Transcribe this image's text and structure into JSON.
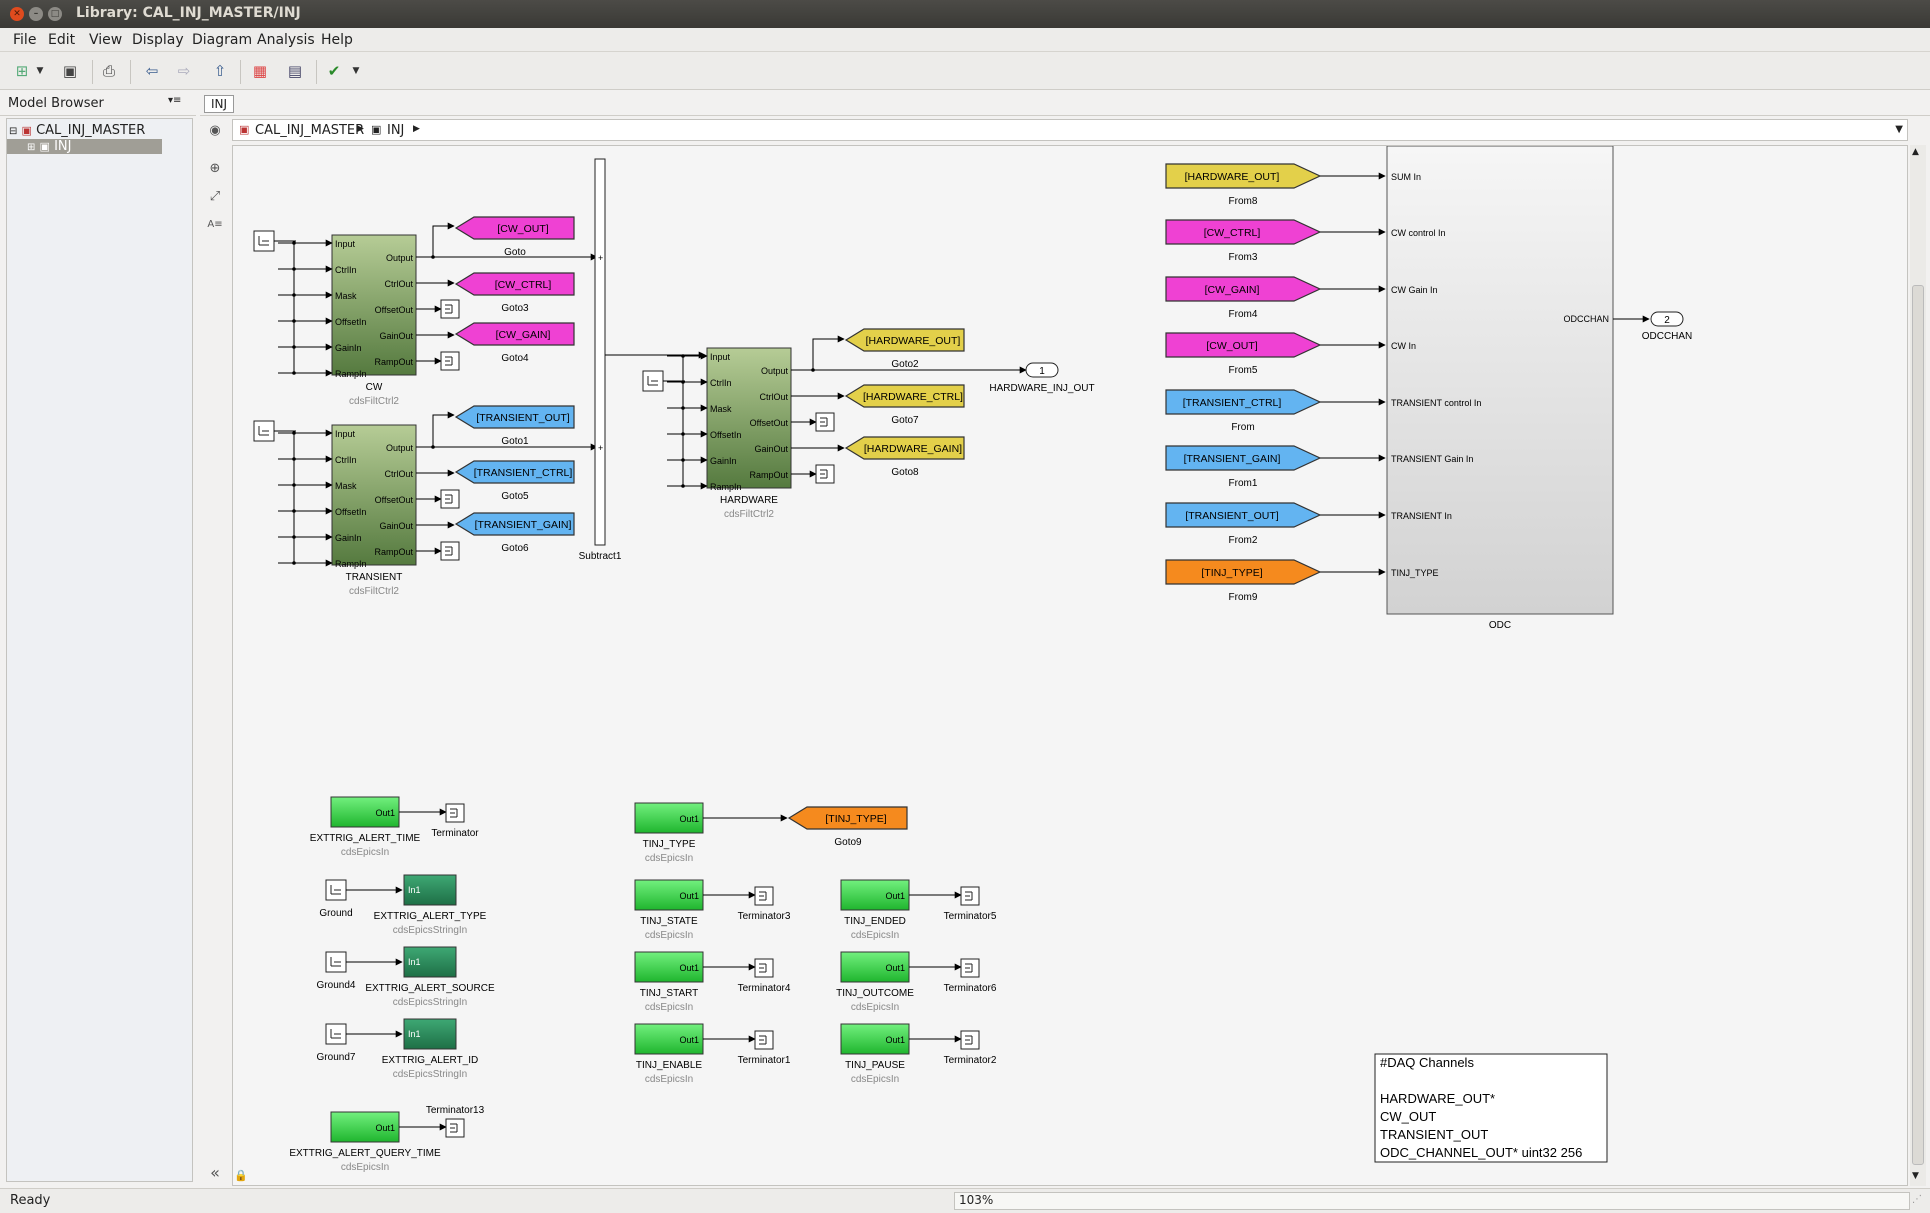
{
  "window": {
    "title": "Library: CAL_INJ_MASTER/INJ"
  },
  "menu": [
    "File",
    "Edit",
    "View",
    "Display",
    "Diagram",
    "Analysis",
    "Help"
  ],
  "model_browser": {
    "title": "Model Browser",
    "items": [
      {
        "label": "CAL_INJ_MASTER"
      },
      {
        "label": "INJ"
      }
    ]
  },
  "tab": {
    "label": "INJ"
  },
  "breadcrumb": {
    "root": "CAL_INJ_MASTER",
    "current": "INJ"
  },
  "status": {
    "left": "Ready",
    "zoom": "103%"
  },
  "colors": {
    "pink": "#ef41d3",
    "blue": "#63b4f1",
    "yellow": "#e3d04a",
    "orange": "#f58a1e",
    "olive": "#739d5a",
    "green": "#34d648",
    "teal": "#2d8f5e"
  },
  "diagram": {
    "cw": {
      "ports_in": [
        "Input",
        "CtrlIn",
        "Mask",
        "OffsetIn",
        "GainIn",
        "RampIn"
      ],
      "ports_out": [
        "Output",
        "CtrlOut",
        "OffsetOut",
        "GainOut",
        "RampOut"
      ],
      "name": "CW",
      "type": "cdsFiltCtrl2"
    },
    "transient": {
      "ports_in": [
        "Input",
        "CtrlIn",
        "Mask",
        "OffsetIn",
        "GainIn",
        "RampIn"
      ],
      "ports_out": [
        "Output",
        "CtrlOut",
        "OffsetOut",
        "GainOut",
        "RampOut"
      ],
      "name": "TRANSIENT",
      "type": "cdsFiltCtrl2"
    },
    "hardware": {
      "ports_in": [
        "Input",
        "CtrlIn",
        "Mask",
        "OffsetIn",
        "GainIn",
        "RampIn"
      ],
      "ports_out": [
        "Output",
        "CtrlOut",
        "OffsetOut",
        "GainOut",
        "RampOut"
      ],
      "name": "HARDWARE",
      "type": "cdsFiltCtrl2"
    },
    "gotos": [
      {
        "tag": "[CW_OUT]",
        "name": "Goto",
        "color": "pink"
      },
      {
        "tag": "[CW_CTRL]",
        "name": "Goto3",
        "color": "pink"
      },
      {
        "tag": "[CW_GAIN]",
        "name": "Goto4",
        "color": "pink"
      },
      {
        "tag": "[TRANSIENT_OUT]",
        "name": "Goto1",
        "color": "blue"
      },
      {
        "tag": "[TRANSIENT_CTRL]",
        "name": "Goto5",
        "color": "blue"
      },
      {
        "tag": "[TRANSIENT_GAIN]",
        "name": "Goto6",
        "color": "blue"
      },
      {
        "tag": "[HARDWARE_OUT]",
        "name": "Goto2",
        "color": "yellow"
      },
      {
        "tag": "[HARDWARE_CTRL]",
        "name": "Goto7",
        "color": "yellow"
      },
      {
        "tag": "[HARDWARE_GAIN]",
        "name": "Goto8",
        "color": "yellow"
      },
      {
        "tag": "[TINJ_TYPE]",
        "name": "Goto9",
        "color": "orange"
      }
    ],
    "subtract": {
      "name": "Subtract1",
      "signs": [
        "+",
        "+"
      ]
    },
    "outport1": {
      "num": "1",
      "name": "HARDWARE_INJ_OUT"
    },
    "froms": [
      {
        "tag": "[HARDWARE_OUT]",
        "name": "From8",
        "color": "yellow"
      },
      {
        "tag": "[CW_CTRL]",
        "name": "From3",
        "color": "pink"
      },
      {
        "tag": "[CW_GAIN]",
        "name": "From4",
        "color": "pink"
      },
      {
        "tag": "[CW_OUT]",
        "name": "From5",
        "color": "pink"
      },
      {
        "tag": "[TRANSIENT_CTRL]",
        "name": "From",
        "color": "blue"
      },
      {
        "tag": "[TRANSIENT_GAIN]",
        "name": "From1",
        "color": "blue"
      },
      {
        "tag": "[TRANSIENT_OUT]",
        "name": "From2",
        "color": "blue"
      },
      {
        "tag": "[TINJ_TYPE]",
        "name": "From9",
        "color": "orange"
      }
    ],
    "odc": {
      "ports": [
        "SUM In",
        "CW control In",
        "CW Gain In",
        "CW In",
        "TRANSIENT control In",
        "TRANSIENT Gain In",
        "TRANSIENT In",
        "TINJ_TYPE"
      ],
      "out_port": "ODCCHAN",
      "name": "ODC"
    },
    "outport2": {
      "num": "2",
      "name": "ODCCHAN"
    },
    "epics_in": [
      {
        "label": "Out1",
        "name": "EXTTRIG_ALERT_TIME",
        "type": "cdsEpicsIn",
        "term": "Terminator"
      },
      {
        "label": "Out1",
        "name": "EXTTRIG_ALERT_QUERY_TIME",
        "type": "cdsEpicsIn",
        "term": "Terminator13"
      },
      {
        "label": "Out1",
        "name": "TINJ_TYPE",
        "type": "cdsEpicsIn"
      },
      {
        "label": "Out1",
        "name": "TINJ_STATE",
        "type": "cdsEpicsIn",
        "term": "Terminator3"
      },
      {
        "label": "Out1",
        "name": "TINJ_START",
        "type": "cdsEpicsIn",
        "term": "Terminator4"
      },
      {
        "label": "Out1",
        "name": "TINJ_ENABLE",
        "type": "cdsEpicsIn",
        "term": "Terminator1"
      },
      {
        "label": "Out1",
        "name": "TINJ_ENDED",
        "type": "cdsEpicsIn",
        "term": "Terminator5"
      },
      {
        "label": "Out1",
        "name": "TINJ_OUTCOME",
        "type": "cdsEpicsIn",
        "term": "Terminator6"
      },
      {
        "label": "Out1",
        "name": "TINJ_PAUSE",
        "type": "cdsEpicsIn",
        "term": "Terminator2"
      }
    ],
    "epics_string": [
      {
        "label": "In1",
        "name": "EXTTRIG_ALERT_TYPE",
        "type": "cdsEpicsStringIn",
        "ground": "Ground"
      },
      {
        "label": "In1",
        "name": "EXTTRIG_ALERT_SOURCE",
        "type": "cdsEpicsStringIn",
        "ground": "Ground4"
      },
      {
        "label": "In1",
        "name": "EXTTRIG_ALERT_ID",
        "type": "cdsEpicsStringIn",
        "ground": "Ground7"
      }
    ],
    "daq": [
      "#DAQ Channels",
      "",
      "HARDWARE_OUT*",
      "CW_OUT",
      "TRANSIENT_OUT",
      "ODC_CHANNEL_OUT* uint32 256"
    ]
  }
}
